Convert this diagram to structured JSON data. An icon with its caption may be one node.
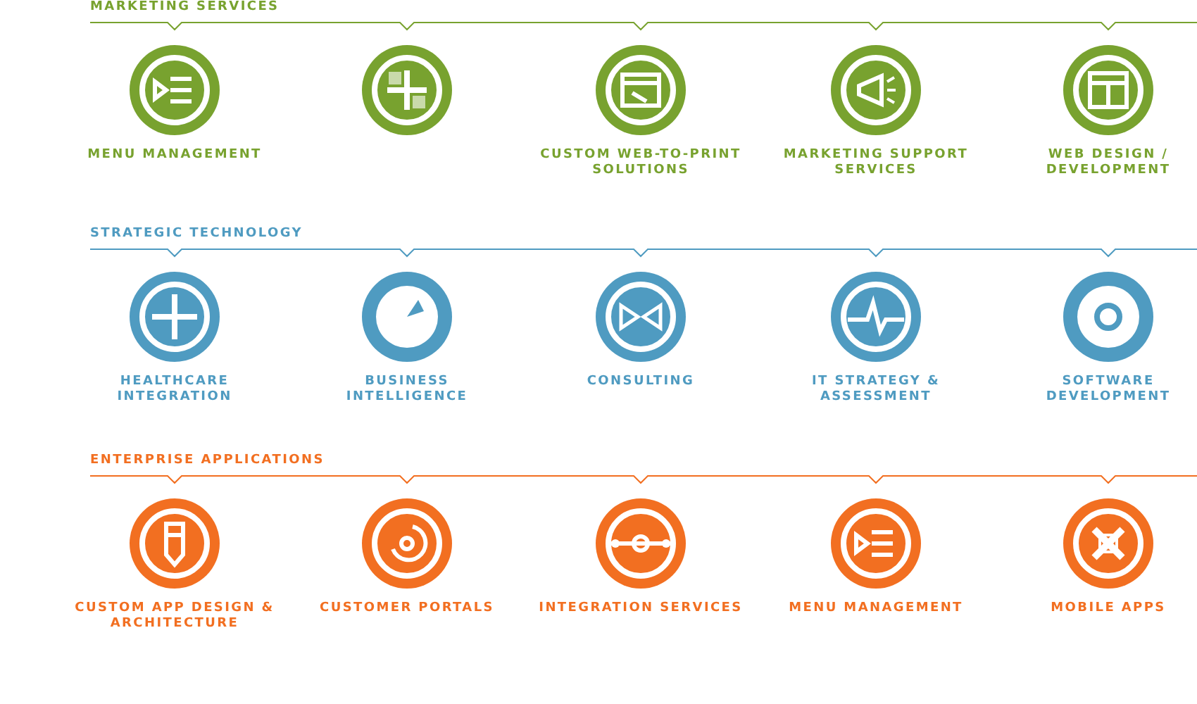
{
  "diagram": {
    "nodes": [
      {
        "text": [
          "MENU MANAGEMENT"
        ]
      },
      {
        "text": [],
        "shape": "circle"
      },
      {
        "text": [
          "CUSTOM WEB-TO-PRINT SOLUTIONS"
        ]
      },
      {
        "text": [
          "MARKETING SUPPORT SERVICES"
        ]
      },
      {
        "text": [
          "WEB DESIGN / DEVELOPMENT"
        ]
      },
      {
        "text": [
          "HEALTHCARE INTEGRATION"
        ]
      },
      {
        "text": [
          "BUSINESS INTELLIGENCE"
        ]
      },
      {
        "text": [
          "CONSULTING"
        ]
      },
      {
        "text": [
          "IT STRATEGY & ASSESSMENT"
        ]
      },
      {
        "text": [
          "SOFTWARE DEVELOPMENT"
        ]
      },
      {
        "text": [
          "CUSTOM APP DESIGN & ARCHITECTURE"
        ]
      },
      {
        "text": [
          "CUSTOMER PORTALS"
        ]
      },
      {
        "text": [
          "INTEGRATION SERVICES"
        ]
      },
      {
        "text": [
          "MENU MANAGEMENT"
        ]
      },
      {
        "text": [
          "MOBILE APPS"
        ]
      }
    ],
    "edges": [],
    "labels": [
      "MARKETING SERVICES",
      "STRATEGIC TECHNOLOGY",
      "ENTERPRISE APPLICATIONS"
    ]
  }
}
